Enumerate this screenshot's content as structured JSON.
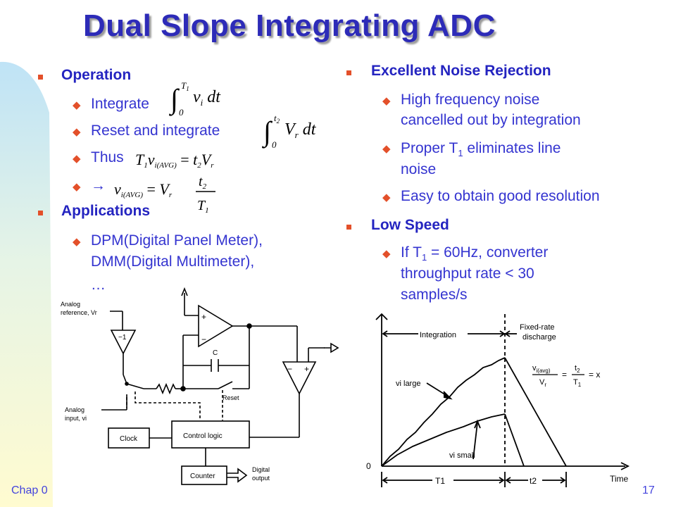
{
  "slide": {
    "title": "Dual Slope Integrating ADC",
    "footer_left": "Chap 0",
    "page_number": "17"
  },
  "left_column": {
    "operation": {
      "heading": "Operation",
      "items": [
        "Integrate",
        "Reset and integrate",
        "Thus",
        "→"
      ]
    },
    "applications": {
      "heading": "Applications",
      "items": [
        "DPM(Digital Panel Meter),",
        "DMM(Digital Multimeter),",
        "…"
      ]
    }
  },
  "right_column": {
    "noise": {
      "heading": "Excellent Noise Rejection",
      "items": [
        [
          "High frequency noise",
          "cancelled out by integration"
        ],
        [
          "Proper T",
          "1",
          " eliminates line",
          "noise"
        ],
        [
          "Easy to obtain good resolution"
        ]
      ]
    },
    "speed": {
      "heading": "Low Speed",
      "items": [
        [
          "If T",
          "1",
          " = 60Hz, converter",
          "throughput rate < 30",
          "samples/s"
        ]
      ]
    }
  },
  "equations": {
    "eq1": {
      "upper": "T1",
      "lower": "0",
      "body": "vi dt"
    },
    "eq2": {
      "upper": "t2",
      "lower": "0",
      "body": "Vr dt"
    },
    "eq3": {
      "lhs": "T1vi(AVG)",
      "rhs": "t2Vr"
    },
    "eq4": {
      "lhs": "vi(AVG)",
      "mid": "Vr",
      "num": "t2",
      "den": "T1"
    }
  },
  "circuit": {
    "labels": {
      "analog_reference": [
        "Analog",
        "reference, Vr"
      ],
      "inverter": "−1",
      "analog_input": [
        "Analog",
        "input, vi"
      ],
      "capacitor": "C",
      "reset": "Reset",
      "clock": "Clock",
      "control_logic": "Control logic",
      "counter": "Counter",
      "digital_output": [
        "Digital",
        "output"
      ]
    }
  },
  "waveform": {
    "labels": {
      "integration": "Integration",
      "fixed_rate": [
        "Fixed-rate",
        "discharge"
      ],
      "vi_large": "vi large",
      "vi_small": "vi small",
      "formula": "vi(avg) / Vr = t2 / T1 = x",
      "zero": "0",
      "t1": "T1",
      "t2": "t2",
      "time": "Time"
    }
  },
  "colors": {
    "title": "#2d2bb8",
    "text": "#3434d0",
    "bullet": "#e3502a",
    "background_left_gradient_top": "#bfe3f6",
    "background_left_gradient_bottom": "#fffbd0"
  }
}
